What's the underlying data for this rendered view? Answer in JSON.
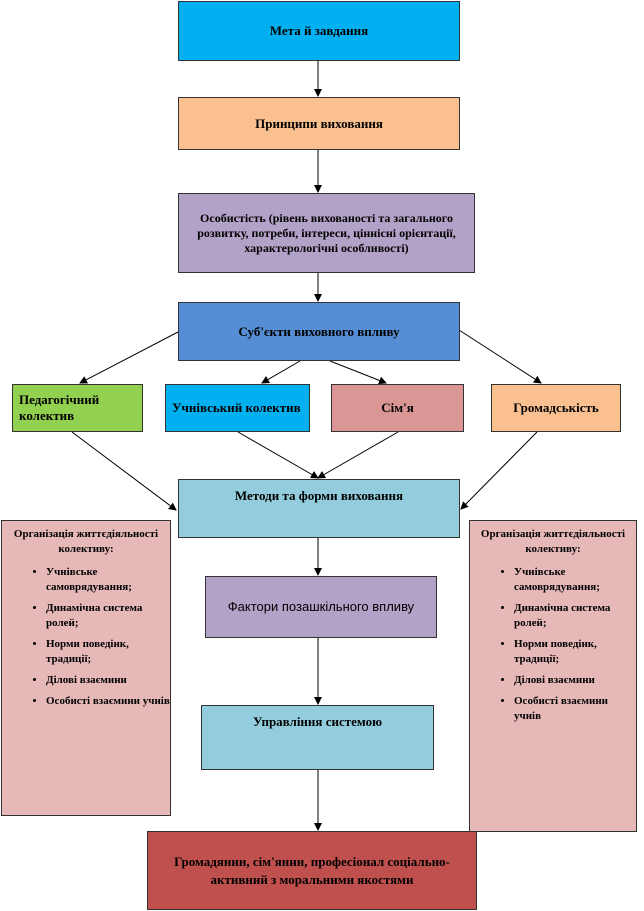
{
  "colors": {
    "cyan": "#00b0f0",
    "peach": "#fac090",
    "lavender": "#b3a2c7",
    "blue": "#558ed5",
    "green": "#92d050",
    "rose": "#d99694",
    "lightblue": "#93cddd",
    "purple": "#b3a2c7",
    "side_pink": "#e6b9b8",
    "red": "#c0504d"
  },
  "nodes": {
    "goals": "Мета й завдання",
    "principles": "Принципи виховання",
    "personality": "Особистість (рівень вихованості та загального розвитку, потреби, інтереси, ціннісні орієнтації, характерологічні особливості)",
    "subjects": "Суб'єкти виховного впливу",
    "ped_collective": "Педагогічний колектив",
    "student_collective": "Учнівський колектив",
    "family": "Сім'я",
    "community": "Громадськість",
    "methods": "Методи та форми виховання",
    "factors": "Фактори позашкільного впливу",
    "management": "Управління системою",
    "result": "Громадянин, сім'янин, професіонал соціально-активний з моральними якостями"
  },
  "side_left": {
    "title": "Організація життєдіяльності колективу:",
    "items": [
      "Учнівське самоврядування;",
      "Динамічна система ролей;",
      "Норми поведінк, традиції;",
      "Ділові взаємини",
      "Особисті взаємини учнів"
    ]
  },
  "side_right": {
    "title": "Організація життєдіяльності колективу:",
    "items": [
      "Учнівське самоврядування;",
      "Динамічна система ролей;",
      "Норми поведінк, традиції;",
      "Ділові взаємини",
      "Особисті взаємини учнів"
    ]
  }
}
